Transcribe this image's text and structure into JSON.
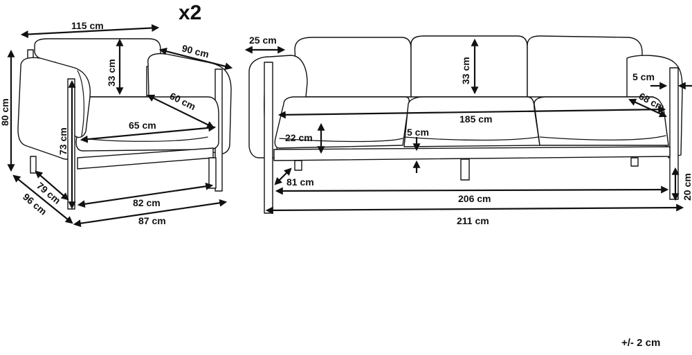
{
  "multiplier": "x2",
  "tolerance": "+/- 2 cm",
  "armchair": {
    "width_top": "115 cm",
    "back_cushion_height": "33 cm",
    "armrest_depth_diag": "90 cm",
    "seat_depth_diag": "60 cm",
    "seat_width": "65 cm",
    "total_height": "80 cm",
    "leg_height": "73 cm",
    "depth_inner": "79 cm",
    "depth_outer": "96 cm",
    "inner_width": "82 cm",
    "outer_width": "87 cm"
  },
  "sofa": {
    "armrest_width": "25 cm",
    "back_cushion_height": "33 cm",
    "armrest_thickness": "5 cm",
    "armrest_depth": "68 cm",
    "seat_width": "185 cm",
    "seat_cushion_height": "22 cm",
    "seat_gap": "5 cm",
    "side_depth": "81 cm",
    "inner_length": "206 cm",
    "leg_height": "20 cm",
    "total_length": "211 cm"
  }
}
